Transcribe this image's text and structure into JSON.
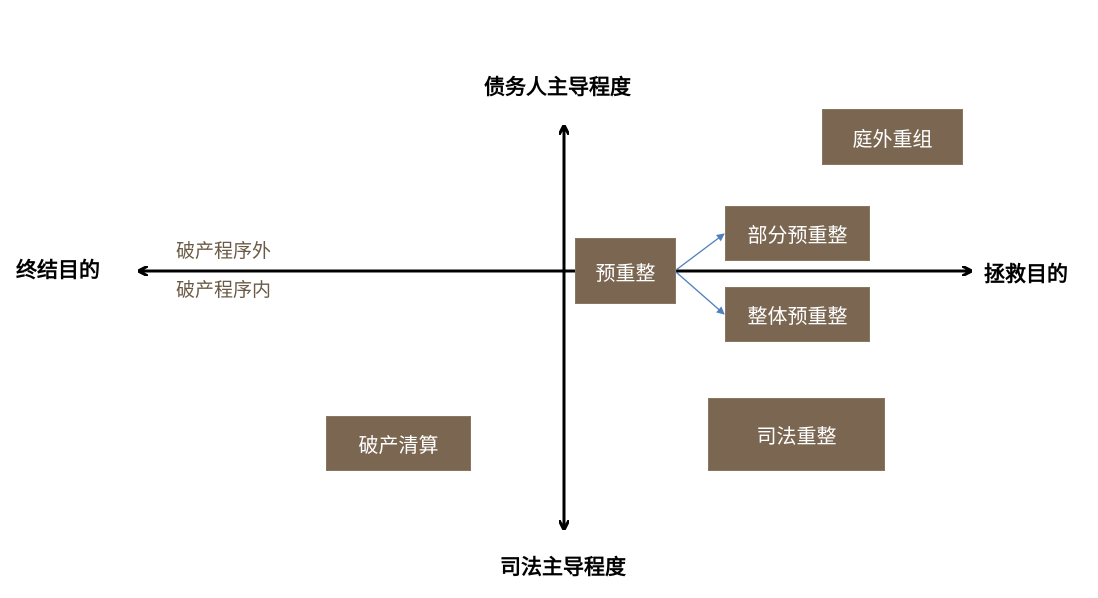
{
  "colors": {
    "box_fill": "#7a6651",
    "box_text": "#ffffff",
    "axis": "#000000",
    "note_text": "#6b5a45",
    "branch_arrow": "#4f7fbf"
  },
  "axes": {
    "top": "债务人主导程度",
    "bottom": "司法主导程度",
    "left": "终结目的",
    "right": "拯救目的"
  },
  "notes": {
    "outside": "破产程序外",
    "inside": "破产程序内"
  },
  "boxes": {
    "out_of_court": "庭外重组",
    "pre_reorg": "预重整",
    "partial_pre_reorg": "部分预重整",
    "full_pre_reorg": "整体预重整",
    "liquidation": "破产清算",
    "judicial_reorg": "司法重整"
  }
}
